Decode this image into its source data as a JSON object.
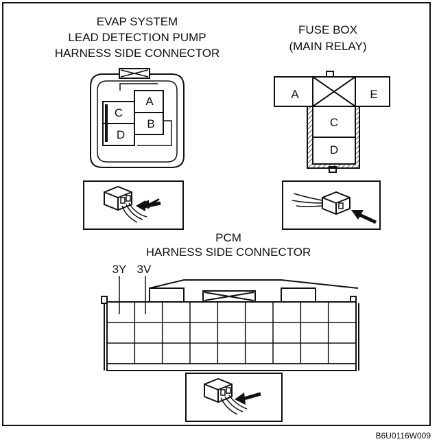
{
  "evap": {
    "title_lines": [
      "EVAP SYSTEM",
      "LEAD DETECTION PUMP",
      "HARNESS SIDE CONNECTOR"
    ],
    "terminals": [
      "A",
      "B",
      "C",
      "D"
    ]
  },
  "fuse_box": {
    "title_lines": [
      "FUSE BOX",
      "(MAIN RELAY)"
    ],
    "terminals": [
      "A",
      "E",
      "C",
      "D"
    ]
  },
  "pcm": {
    "title_lines": [
      "PCM",
      "HARNESS SIDE CONNECTOR"
    ],
    "terminals": [
      "3Y",
      "3V"
    ]
  },
  "figure_code": "B6U0116W009"
}
